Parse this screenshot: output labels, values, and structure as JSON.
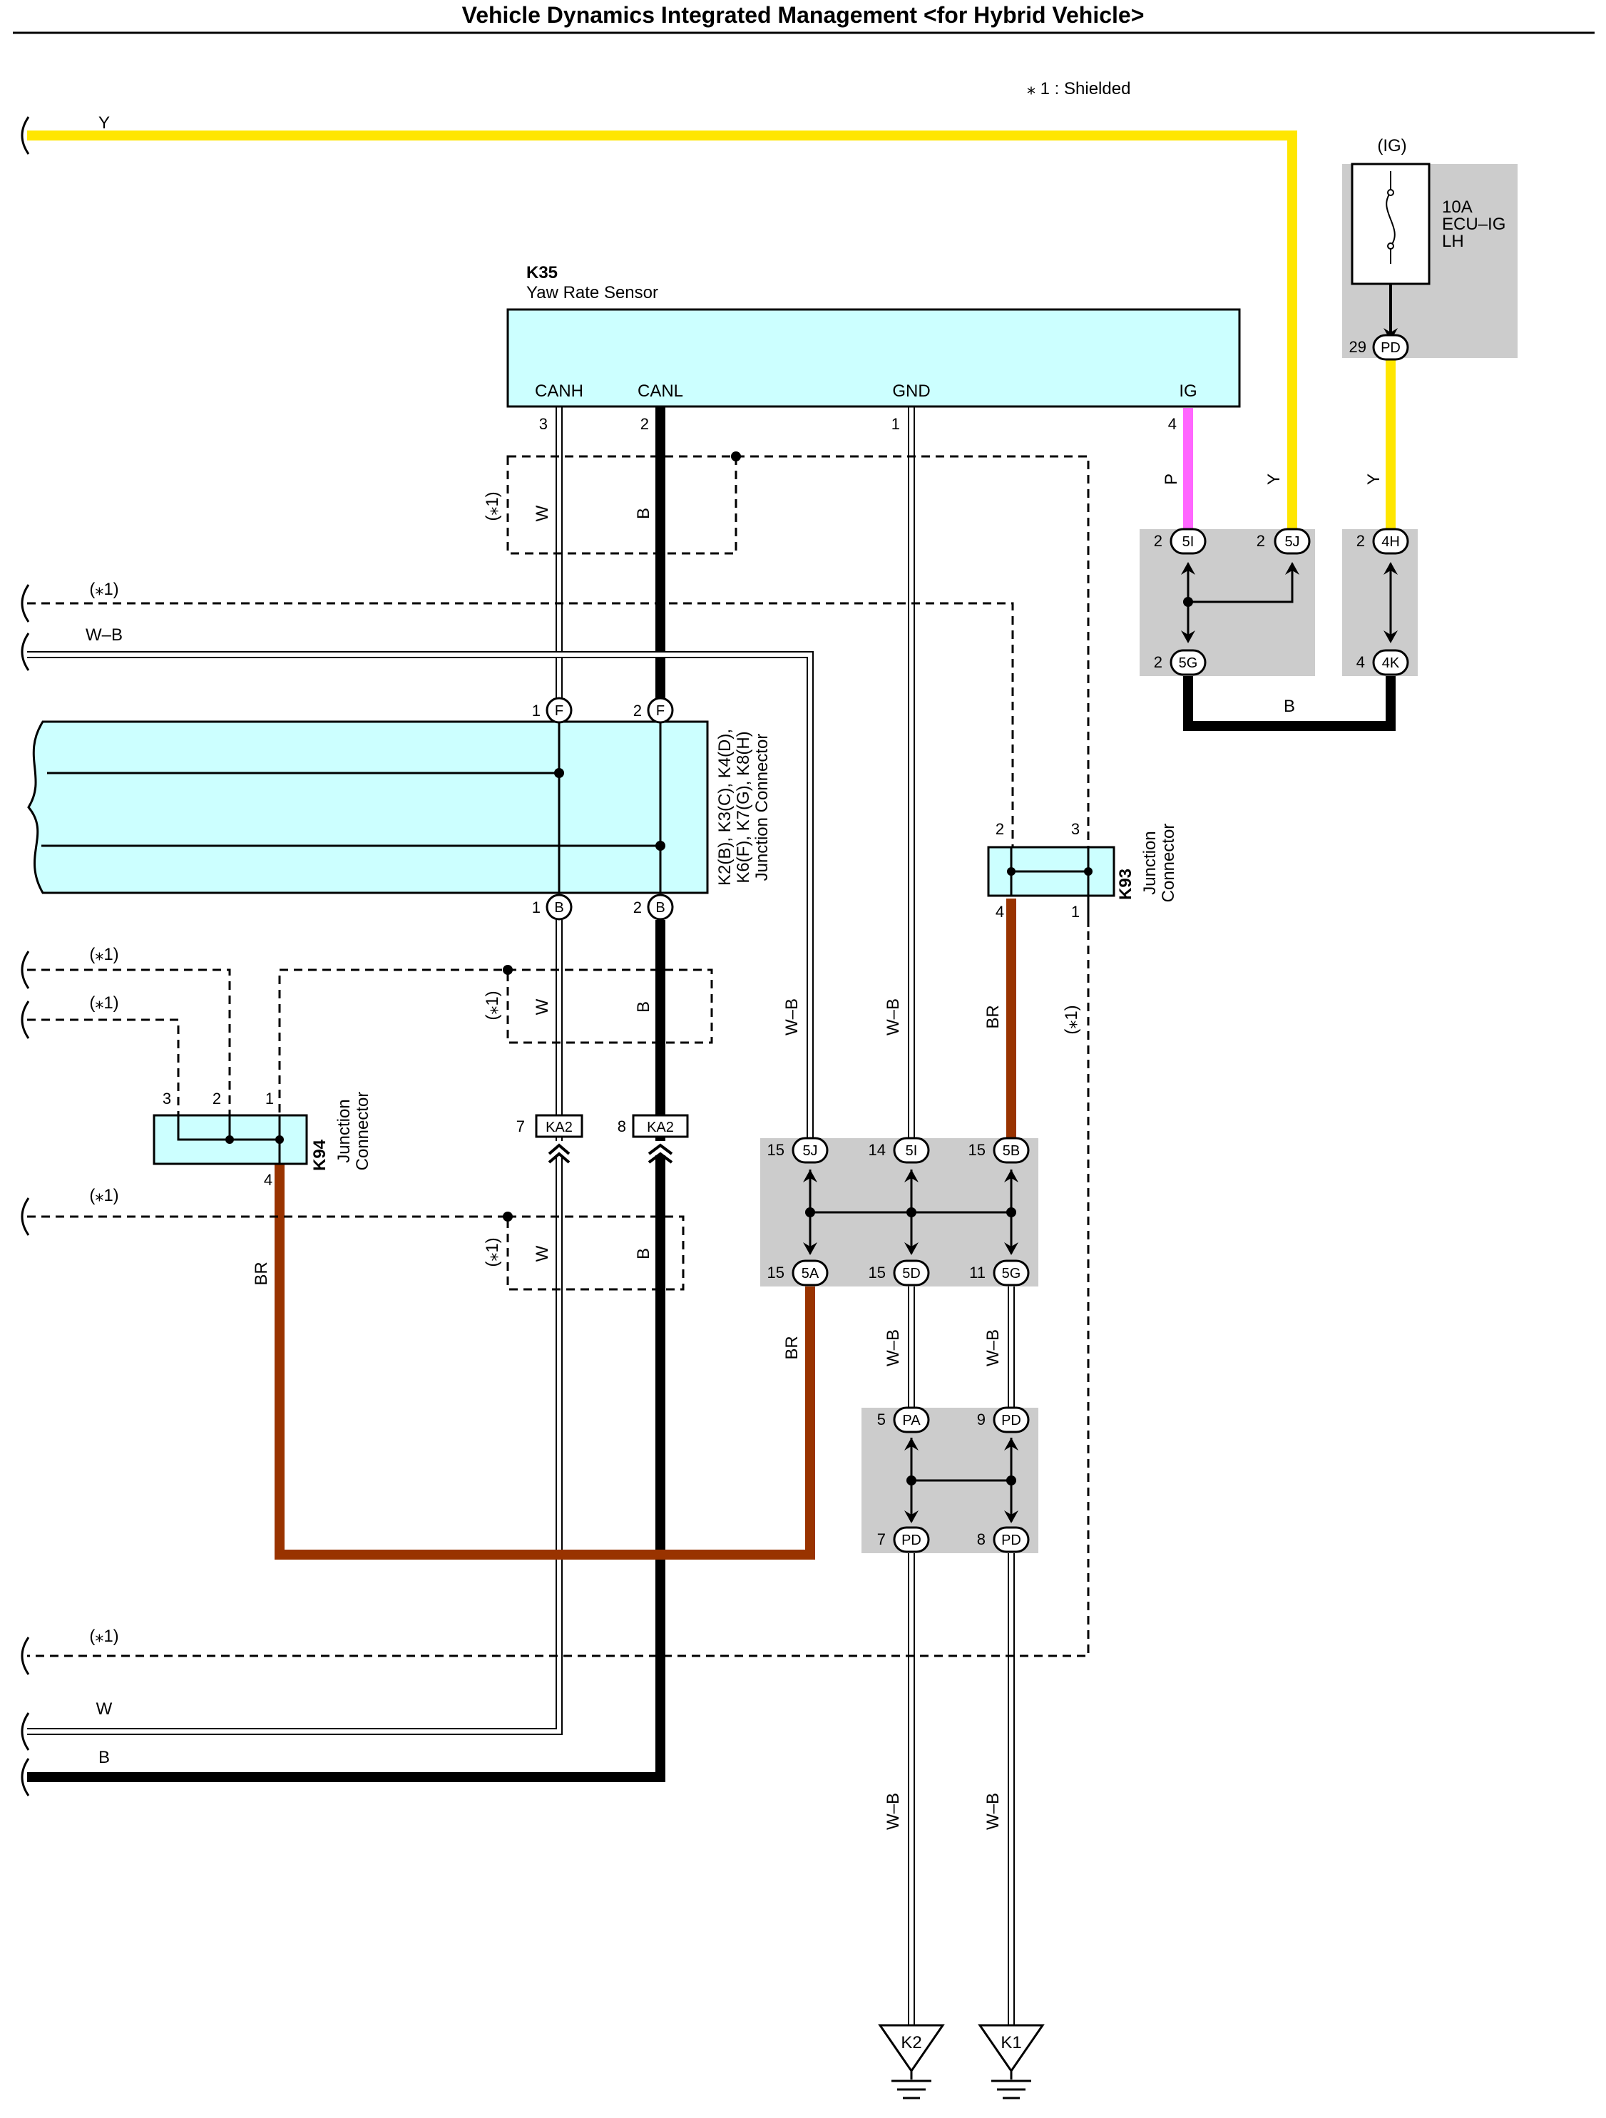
{
  "title": "Vehicle Dynamics Integrated Management <for Hybrid Vehicle>",
  "note": "⁎ 1 : Shielded",
  "colors": {
    "yellow": "#ffe600",
    "pink": "#ff66ff",
    "brown": "#993300",
    "black": "#000000",
    "cyan": "#ccffff",
    "gray": "#cccccc"
  },
  "fuse": {
    "group_label": "(IG)",
    "line1": "10A",
    "line2": "ECU–IG",
    "line3": "LH",
    "icon": "fuse-icon"
  },
  "sensor": {
    "code": "K35",
    "name": "Yaw Rate Sensor",
    "pins": [
      {
        "label": "CANH",
        "num": "3"
      },
      {
        "label": "CANL",
        "num": "2"
      },
      {
        "label": "GND",
        "num": "1"
      },
      {
        "label": "IG",
        "num": "4"
      }
    ]
  },
  "jc_main": {
    "codes1": "K2(B), K3(C), K4(D),",
    "codes2": "K6(F), K7(G), K8(H)",
    "name": "Junction Connector",
    "top_pins": [
      "1",
      "F",
      "2",
      "F"
    ],
    "bottom_pins": [
      "1",
      "B",
      "2",
      "B"
    ]
  },
  "k93": {
    "code": "K93",
    "name1": "Junction",
    "name2": "Connector",
    "pins": [
      "2",
      "3",
      "4",
      "1"
    ]
  },
  "k94": {
    "code": "K94",
    "name1": "Junction",
    "name2": "Connector",
    "pins": [
      "3",
      "2",
      "1",
      "4"
    ]
  },
  "wire_colors": {
    "Y": "Y",
    "W": "W",
    "B": "B",
    "WB": "W–B",
    "BR": "BR",
    "P": "P"
  },
  "shield": "(⁎1)",
  "connectors": {
    "c5I": "5I",
    "c5J": "5J",
    "c5G": "5G",
    "c4H": "4H",
    "c4K": "4K",
    "cPD": "PD",
    "c5B": "5B",
    "c5A": "5A",
    "c5D": "5D",
    "cPA": "PA",
    "cKA2": "KA2"
  },
  "pin_numbers": {
    "p2": "2",
    "p4": "4",
    "p29": "29",
    "p15": "15",
    "p14": "14",
    "p11": "11",
    "p5": "5",
    "p9": "9",
    "p7": "7",
    "p8": "8"
  },
  "grounds": [
    "K2",
    "K1"
  ]
}
